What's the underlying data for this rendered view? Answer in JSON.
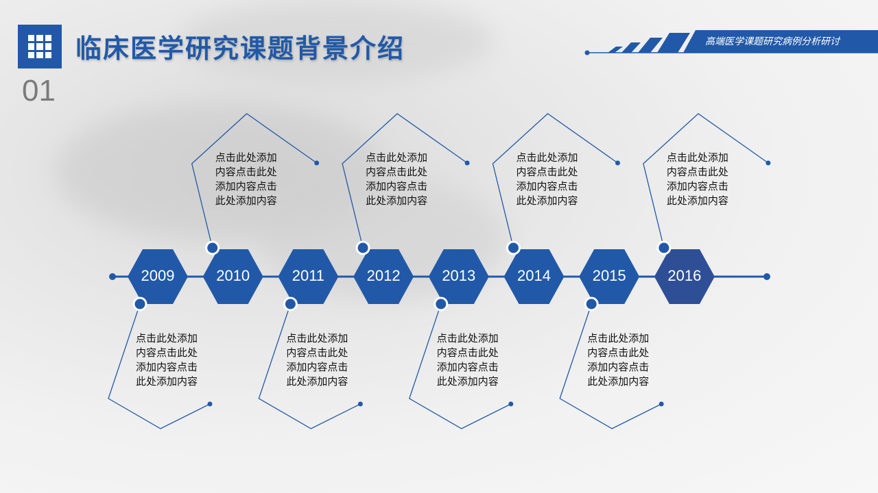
{
  "header": {
    "title": "临床医学研究课题背景介绍",
    "page_number": "01",
    "subtitle": "高端医学课题研究病例分析研讨",
    "icon": "grid-icon"
  },
  "colors": {
    "primary": "#2159a8",
    "highlight": "#2e4f96",
    "line": "#2159a8",
    "text": "#111111"
  },
  "timeline": {
    "years": [
      "2009",
      "2010",
      "2011",
      "2012",
      "2013",
      "2014",
      "2015",
      "2016"
    ],
    "notes": [
      "点击此处添加内容点击此处添加内容点击此处添加内容",
      "点击此处添加内容点击此处添加内容点击此处添加内容",
      "点击此处添加内容点击此处添加内容点击此处添加内容",
      "点击此处添加内容点击此处添加内容点击此处添加内容",
      "点击此处添加内容点击此处添加内容点击此处添加内容",
      "点击此处添加内容点击此处添加内容点击此处添加内容",
      "点击此处添加内容点击此处添加内容点击此处添加内容",
      "点击此处添加内容点击此处添加内容点击此处添加内容"
    ]
  }
}
